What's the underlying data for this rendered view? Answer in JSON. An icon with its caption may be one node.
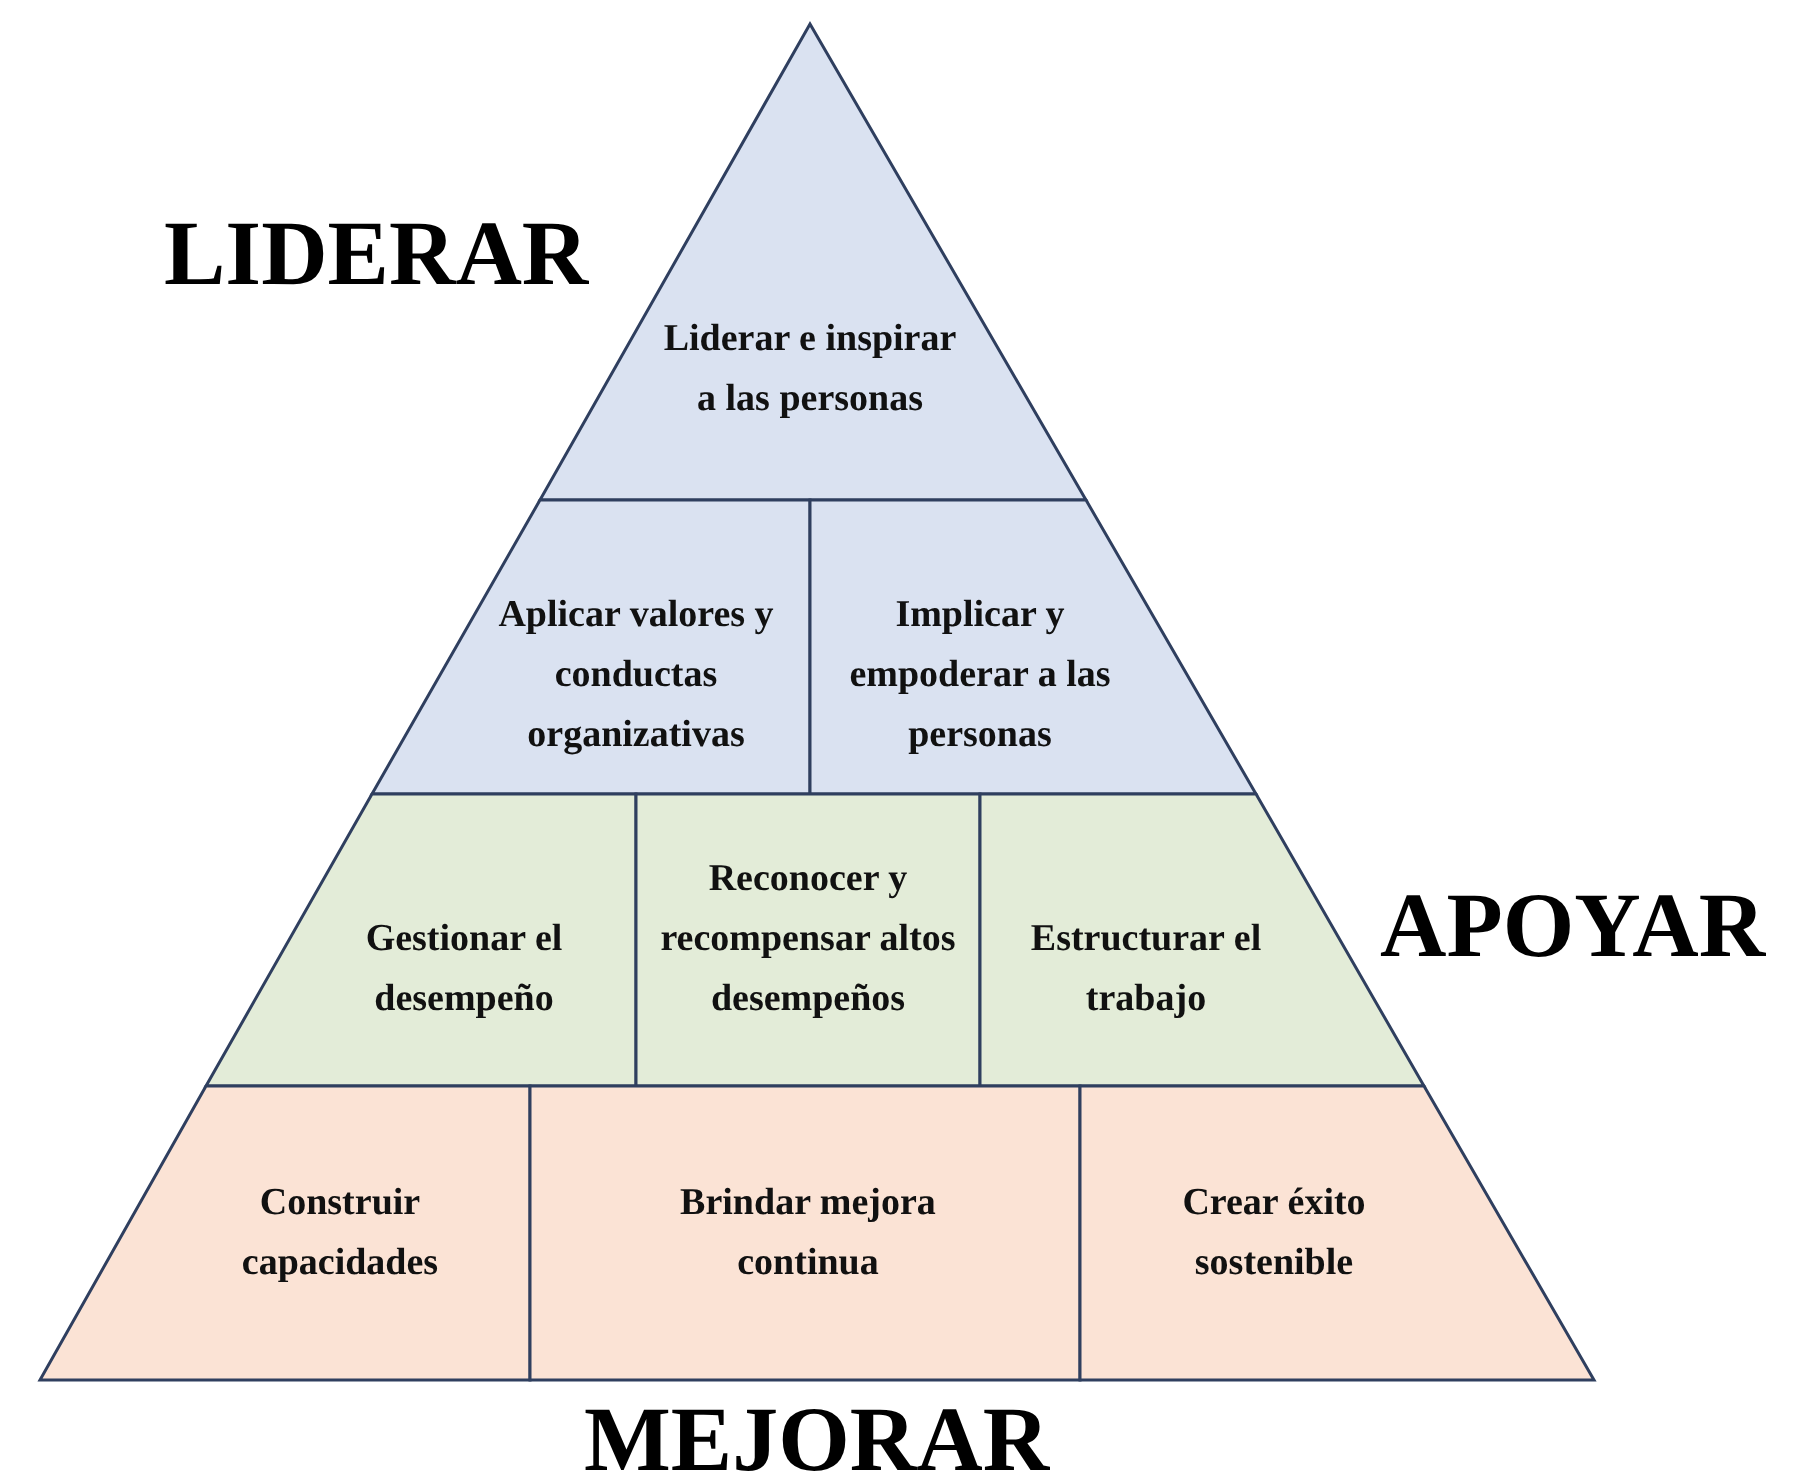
{
  "diagram": {
    "nodes": [
      {
        "text": [
          "Liderar e inspirar a las personas"
        ]
      },
      {
        "text": [
          "Aplicar valores y conductas organizativas"
        ]
      },
      {
        "text": [
          "Implicar y empoderar a las personas"
        ]
      },
      {
        "text": [
          "Gestionar el desempeño"
        ]
      },
      {
        "text": [
          "Reconocer y recompensar altos desempeños"
        ]
      },
      {
        "text": [
          "Estructurar el trabajo"
        ]
      },
      {
        "text": [
          "Construir capacidades"
        ]
      },
      {
        "text": [
          "Brindar mejora continua"
        ]
      },
      {
        "text": [
          "Crear éxito sostenible"
        ]
      }
    ],
    "labels": [
      "LIDERAR",
      "APOYAR",
      "MEJORAR"
    ]
  }
}
